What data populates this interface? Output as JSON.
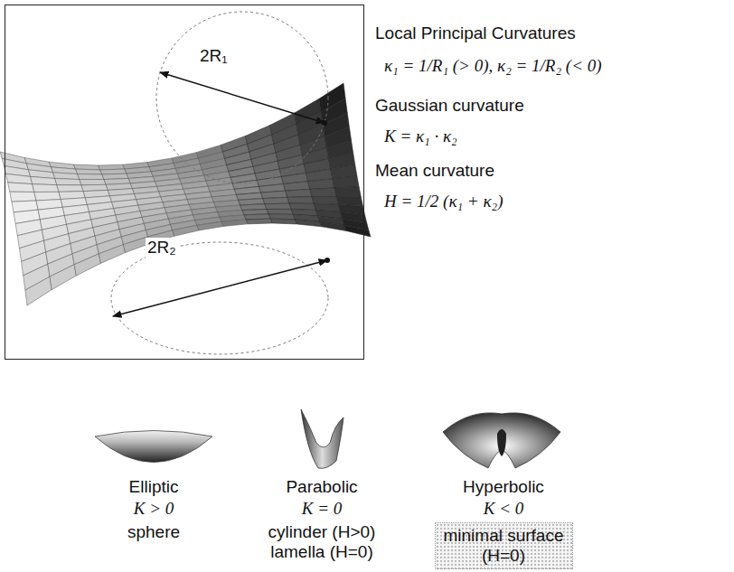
{
  "diagram": {
    "nodes": [
      {
        "text": [
          "2R₁",
          "2R₂"
        ]
      },
      {
        "text": [
          "minimal surface (H=0)"
        ]
      }
    ],
    "labels": [
      "Local Principal Curvatures",
      "κ₁ = 1/R₁ (> 0), κ₂ = 1/R₂ (< 0)",
      "Gaussian curvature",
      "K = κ₁ · κ₂",
      "Mean curvature",
      "H = 1/2 (κ₁ + κ₂)",
      "Elliptic",
      "K > 0",
      "sphere",
      "Parabolic",
      "K = 0",
      "cylinder (H>0)",
      "lamella (H=0)",
      "Hyperbolic",
      "K < 0"
    ]
  }
}
